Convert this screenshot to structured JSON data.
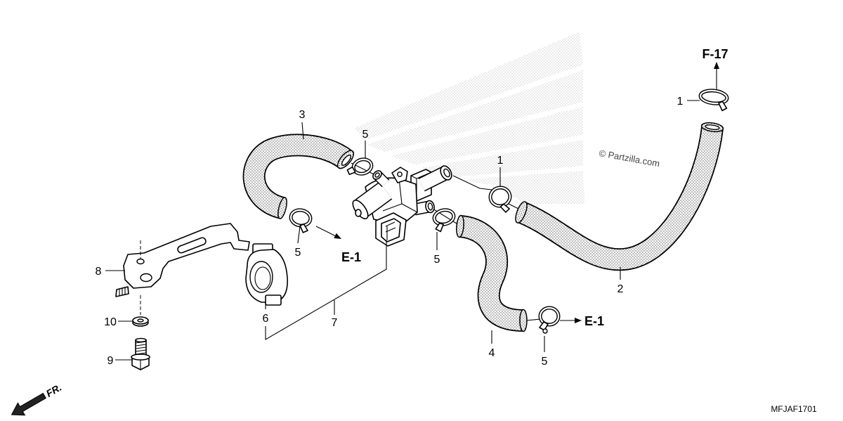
{
  "diagram": {
    "callouts": [
      "1",
      "1",
      "2",
      "3",
      "4",
      "5",
      "5",
      "5",
      "5",
      "6",
      "7",
      "8",
      "9",
      "10"
    ],
    "references": [
      "F-17",
      "E-1",
      "E-1"
    ],
    "copyright": "© Partzilla.com",
    "front_marker": "FR.",
    "code": "MFJAF1701"
  },
  "colors": {
    "ink": "#000000",
    "paper": "#ffffff",
    "watermark": "#c2c2c2"
  }
}
